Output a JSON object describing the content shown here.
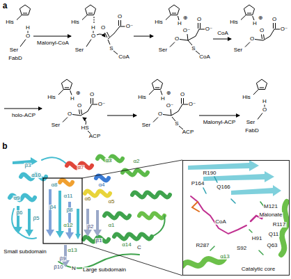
{
  "diagram": {
    "nodes": [
      {
        "text": [
          "R190",
          "P164",
          "Q166",
          "M121",
          "Malonate",
          "R117",
          "Q11",
          "Q63",
          "S92",
          "H91",
          "CoA",
          "R287",
          "α13",
          "Catalytic core"
        ]
      }
    ],
    "labels": [
      "a",
      "His",
      "H",
      "O",
      "Ser",
      "FabD",
      "Malonyl-CoA",
      "His",
      "H",
      "O",
      "Ser",
      "O",
      "O⁻",
      "O",
      "S",
      "CoA",
      "His",
      "⊕",
      "H",
      "O",
      "Ser",
      "O⁻",
      "S",
      "CoA",
      "O⁻",
      "O",
      "CoA",
      "His",
      "⊕",
      "H",
      "O",
      "Ser",
      "O",
      "O⁻",
      "O",
      "holo-ACP",
      "His",
      "⊕",
      "H",
      "O",
      "Ser",
      "O",
      "O⁻",
      "O",
      "HS",
      "ACP",
      "His",
      "⊕",
      "H",
      "O",
      "Ser",
      "O⁻",
      "S",
      "ACP",
      "O⁻",
      "O",
      "Malonyl-ACP",
      "His",
      "H",
      "O",
      "Ser",
      "FabD",
      "b",
      "β3",
      "α10",
      "α7",
      "α3",
      "α2",
      "α4",
      "α8",
      "α9",
      "α11",
      "α6",
      "α5",
      "β4",
      "β8",
      "β6",
      "β5",
      "α12",
      "β2",
      "α1",
      "β1",
      "α13",
      "β9",
      "α14",
      "β10",
      "N",
      "C",
      "Small subdomain",
      "Large subdomain"
    ]
  }
}
